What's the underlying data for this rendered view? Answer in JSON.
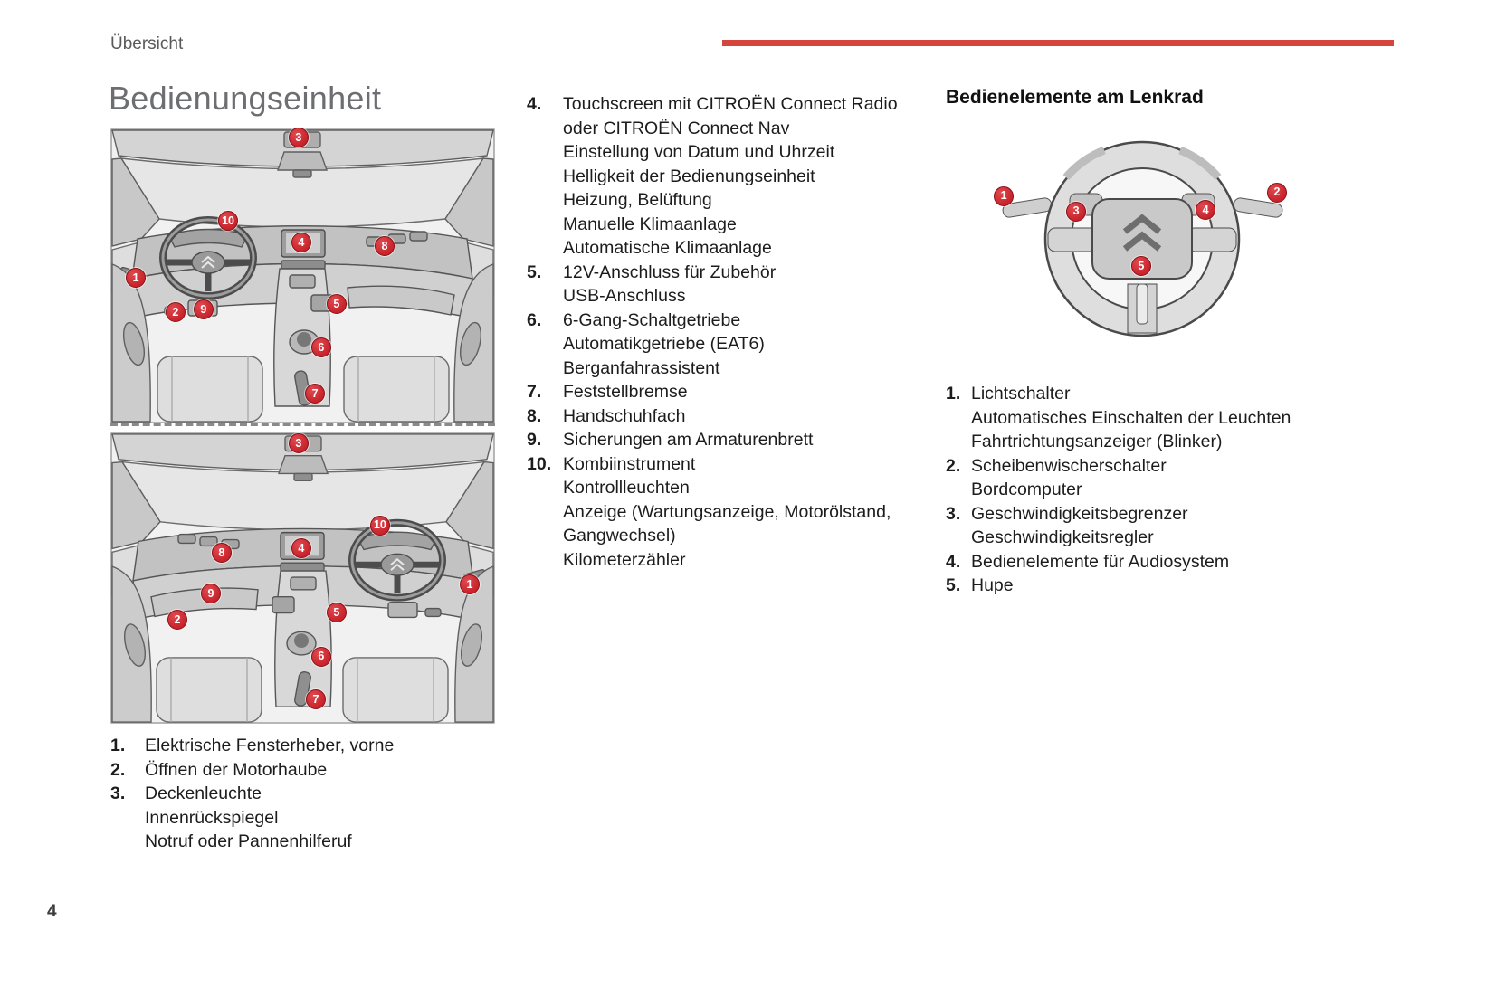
{
  "page": {
    "header": "Übersicht",
    "title": "Bedienungseinheit",
    "page_number": "4",
    "accent_red": "#d6453c",
    "marker_red": "#c8232b"
  },
  "left_column": {
    "front_list": [
      {
        "num": "1.",
        "lines": [
          "Elektrische Fensterheber, vorne"
        ]
      },
      {
        "num": "2.",
        "lines": [
          "Öffnen der Motorhaube"
        ]
      },
      {
        "num": "3.",
        "lines": [
          "Deckenleuchte",
          "Innenrückspiegel",
          "Notruf oder Pannenhilferuf"
        ]
      }
    ],
    "illustration_top_markers": [
      {
        "n": "3",
        "x": 48.9,
        "y": 3.1
      },
      {
        "n": "10",
        "x": 30.6,
        "y": 31.3
      },
      {
        "n": "4",
        "x": 49.6,
        "y": 38.7
      },
      {
        "n": "8",
        "x": 71.3,
        "y": 39.9
      },
      {
        "n": "1",
        "x": 6.6,
        "y": 50.6
      },
      {
        "n": "2",
        "x": 16.9,
        "y": 62.3
      },
      {
        "n": "9",
        "x": 24.2,
        "y": 61.3
      },
      {
        "n": "5",
        "x": 58.8,
        "y": 59.5
      },
      {
        "n": "6",
        "x": 54.8,
        "y": 74.2
      },
      {
        "n": "7",
        "x": 53.2,
        "y": 89.9
      }
    ],
    "illustration_bottom_markers": [
      {
        "n": "3",
        "x": 48.9,
        "y": 3.8
      },
      {
        "n": "10",
        "x": 70.1,
        "y": 31.9
      },
      {
        "n": "4",
        "x": 49.6,
        "y": 39.7
      },
      {
        "n": "8",
        "x": 28.9,
        "y": 41.3
      },
      {
        "n": "9",
        "x": 26.1,
        "y": 55.3
      },
      {
        "n": "1",
        "x": 93.4,
        "y": 52.2
      },
      {
        "n": "2",
        "x": 17.4,
        "y": 64.4
      },
      {
        "n": "5",
        "x": 58.8,
        "y": 61.9
      },
      {
        "n": "6",
        "x": 54.8,
        "y": 76.9
      },
      {
        "n": "7",
        "x": 53.4,
        "y": 91.6
      }
    ]
  },
  "middle_column": {
    "list": [
      {
        "num": "4.",
        "lines": [
          "Touchscreen mit CITROËN Connect Radio",
          "oder CITROËN Connect Nav",
          "Einstellung von Datum und Uhrzeit",
          "Helligkeit der Bedienungseinheit",
          "Heizung, Belüftung",
          "Manuelle Klimaanlage",
          "Automatische Klimaanlage"
        ]
      },
      {
        "num": "5.",
        "lines": [
          "12V-Anschluss für Zubehör",
          "USB-Anschluss"
        ]
      },
      {
        "num": "6.",
        "lines": [
          "6-Gang-Schaltgetriebe",
          "Automatikgetriebe (EAT6)",
          "Berganfahrassistent"
        ]
      },
      {
        "num": "7.",
        "lines": [
          "Feststellbremse"
        ]
      },
      {
        "num": "8.",
        "lines": [
          "Handschuhfach"
        ]
      },
      {
        "num": "9.",
        "lines": [
          "Sicherungen am Armaturenbrett"
        ]
      },
      {
        "num": "10.",
        "lines": [
          "Kombiinstrument",
          "Kontrollleuchten",
          "Anzeige (Wartungsanzeige, Motorölstand,",
          "Gangwechsel)",
          "Kilometerzähler"
        ]
      }
    ]
  },
  "right_column": {
    "heading": "Bedienelemente am Lenkrad",
    "steering_markers": [
      {
        "n": "1",
        "x": 2.8,
        "y": 30.0
      },
      {
        "n": "2",
        "x": 95.7,
        "y": 28.5
      },
      {
        "n": "3",
        "x": 27.4,
        "y": 36.5
      },
      {
        "n": "4",
        "x": 71.4,
        "y": 35.8
      },
      {
        "n": "5",
        "x": 49.5,
        "y": 59.6
      }
    ],
    "list": [
      {
        "num": "1.",
        "lines": [
          "Lichtschalter",
          "Automatisches Einschalten der Leuchten",
          "Fahrtrichtungsanzeiger (Blinker)"
        ]
      },
      {
        "num": "2.",
        "lines": [
          "Scheibenwischerschalter",
          "Bordcomputer"
        ]
      },
      {
        "num": "3.",
        "lines": [
          "Geschwindigkeitsbegrenzer",
          "Geschwindigkeitsregler"
        ]
      },
      {
        "num": "4.",
        "lines": [
          "Bedienelemente für Audiosystem"
        ]
      },
      {
        "num": "5.",
        "lines": [
          "Hupe"
        ]
      }
    ]
  }
}
